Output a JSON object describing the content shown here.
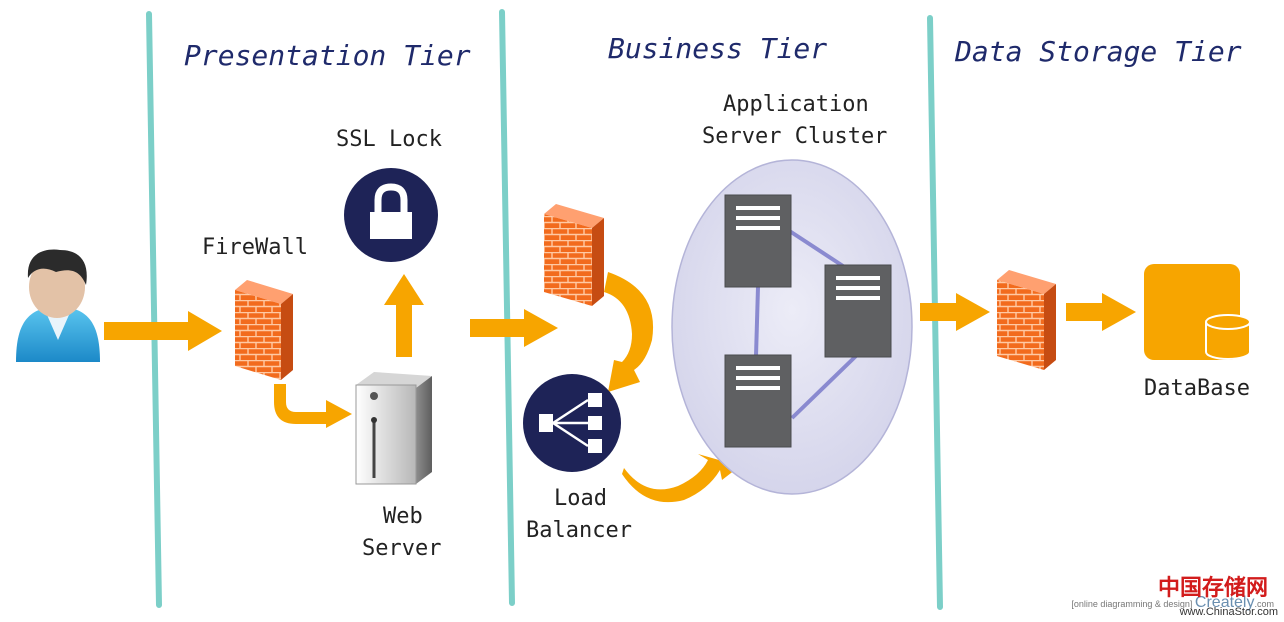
{
  "tiers": {
    "presentation": "Presentation Tier",
    "business": "Business Tier",
    "storage": "Data Storage Tier"
  },
  "nodes": {
    "firewall": "FireWall",
    "ssl_lock": "SSL Lock",
    "web_server_line1": "Web",
    "web_server_line2": "Server",
    "load_balancer_line1": "Load",
    "load_balancer_line2": "Balancer",
    "app_cluster_line1": "Application",
    "app_cluster_line2": "Server Cluster",
    "database": "DataBase"
  },
  "watermark": {
    "brand_cn": "中国存储网",
    "url": "www.ChinaStor.com",
    "creately_note": "[online diagramming & design]",
    "creately": "Creately",
    "creately_suffix": ".com"
  },
  "colors": {
    "tier_divider": "#7ccfc8",
    "arrow": "#f7a500",
    "firewall": "#f26b1d",
    "dark_node": "#1e2357",
    "cluster_fill": "#dcdcf0",
    "server": "#5f6062",
    "link": "#8a8ad0",
    "database": "#f7a500"
  }
}
